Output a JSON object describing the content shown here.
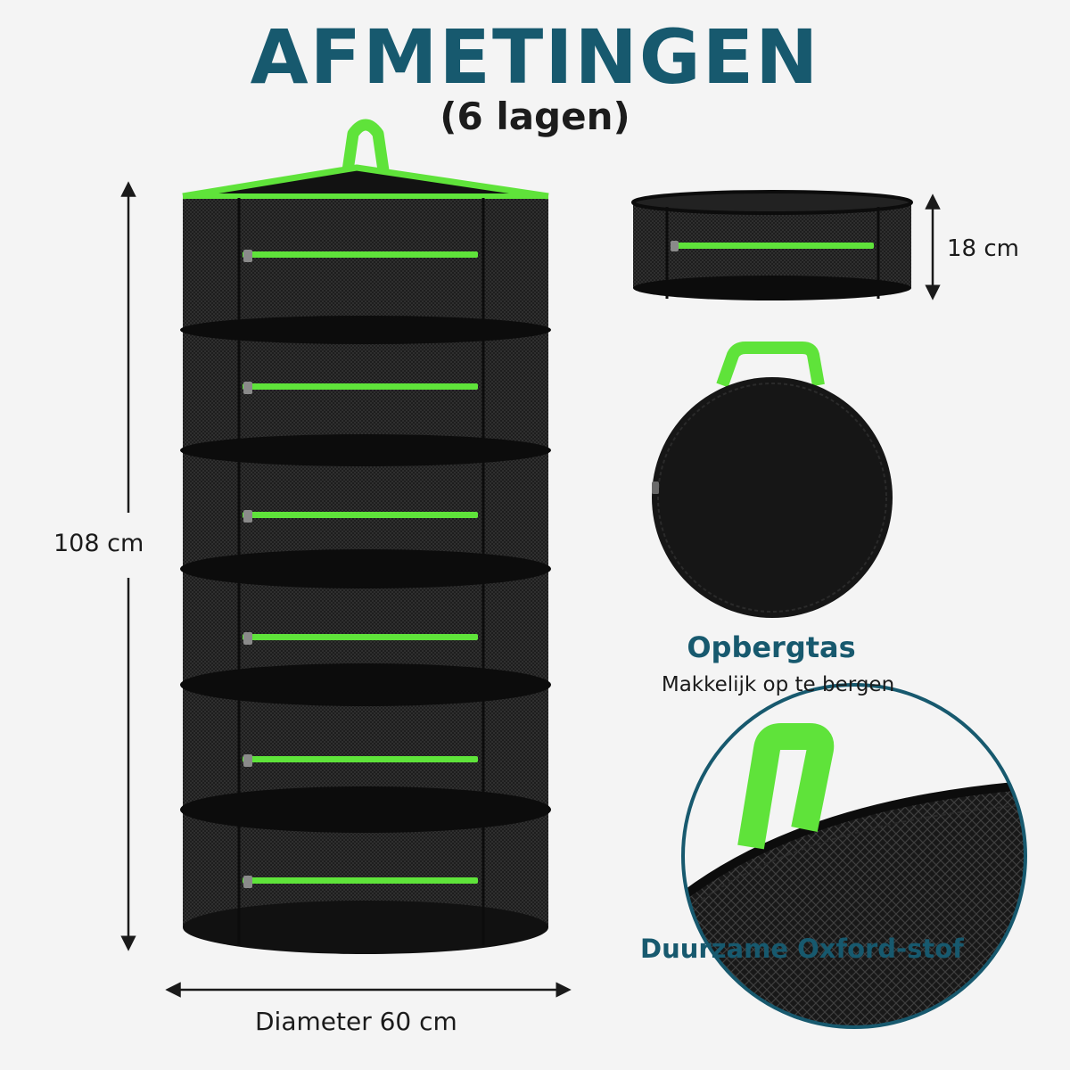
{
  "header": {
    "title": "AFMETINGEN",
    "subtitle": "(6 lagen)"
  },
  "dimensions": {
    "height": "108 cm",
    "diameter": "Diameter 60 cm",
    "layer_height": "18 cm"
  },
  "storage_bag": {
    "title": "Opbergtas",
    "subtitle": "Makkelijk op te bergen"
  },
  "fabric": {
    "title": "Duurzame Oxford-stof"
  },
  "colors": {
    "heading_teal": "#17596e",
    "accent_green": "#5fe33a",
    "net_black": "#141414",
    "background": "#f4f4f4"
  }
}
